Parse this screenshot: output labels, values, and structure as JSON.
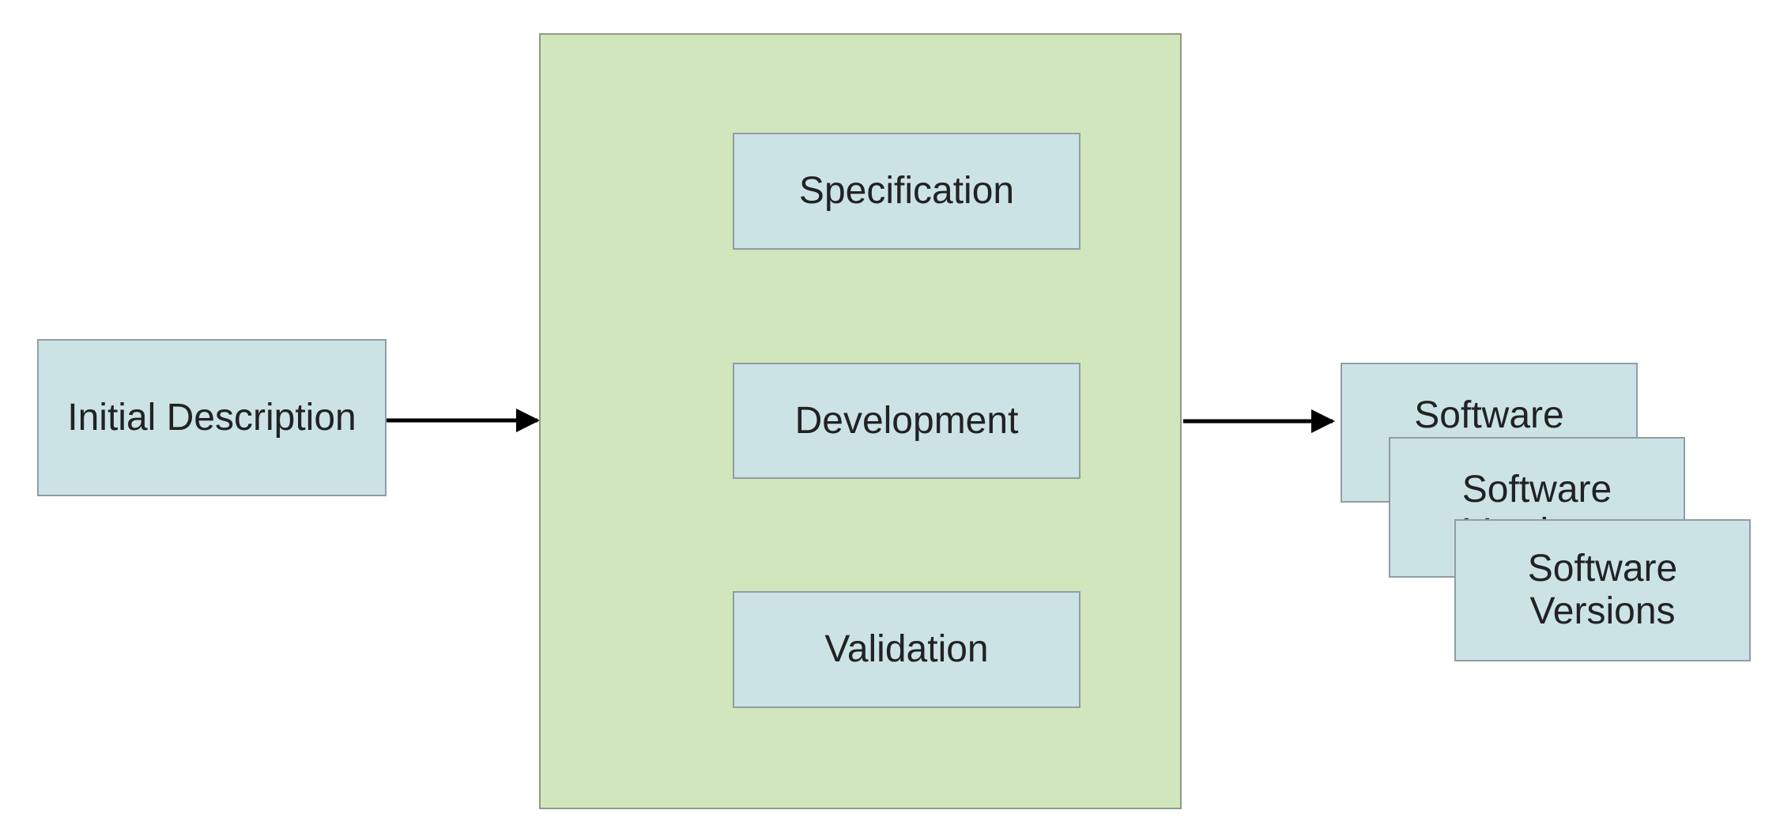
{
  "diagram": {
    "initial": {
      "label": "Initial Description"
    },
    "activities": {
      "specification": "Specification",
      "development": "Development",
      "validation": "Validation"
    },
    "versions": {
      "back": "Software\nVersions",
      "middle": "Software\nVersions",
      "front": "Software\nVersions"
    },
    "colors": {
      "box_fill": "#cce3e6",
      "box_border": "#8f9ea2",
      "container_fill": "#d1e6bc",
      "container_border": "#8e9a86",
      "arrow": "#000000",
      "text": "#222222"
    }
  }
}
